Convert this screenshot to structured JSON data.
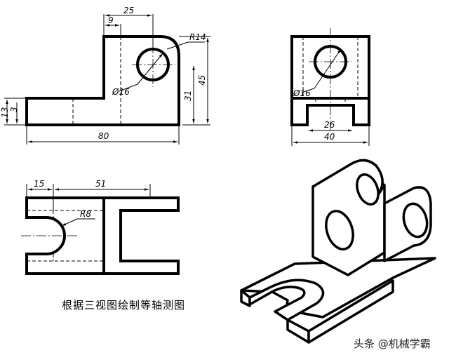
{
  "caption": "根据三视图绘制等轴测图",
  "watermark": "头条 @机械学霸",
  "front_view": {
    "dims": {
      "width_top": "25",
      "offset": "9",
      "radius": "R14",
      "diameter": "Ø16",
      "height_total": "45",
      "height_center": "31",
      "base_h": "13",
      "base_h2": "3",
      "length": "80"
    }
  },
  "side_view": {
    "dims": {
      "diameter": "Ø16",
      "slot_w": "26",
      "width": "40"
    }
  },
  "top_view": {
    "dims": {
      "slot_len": "15",
      "span": "51",
      "radius": "R8"
    }
  }
}
